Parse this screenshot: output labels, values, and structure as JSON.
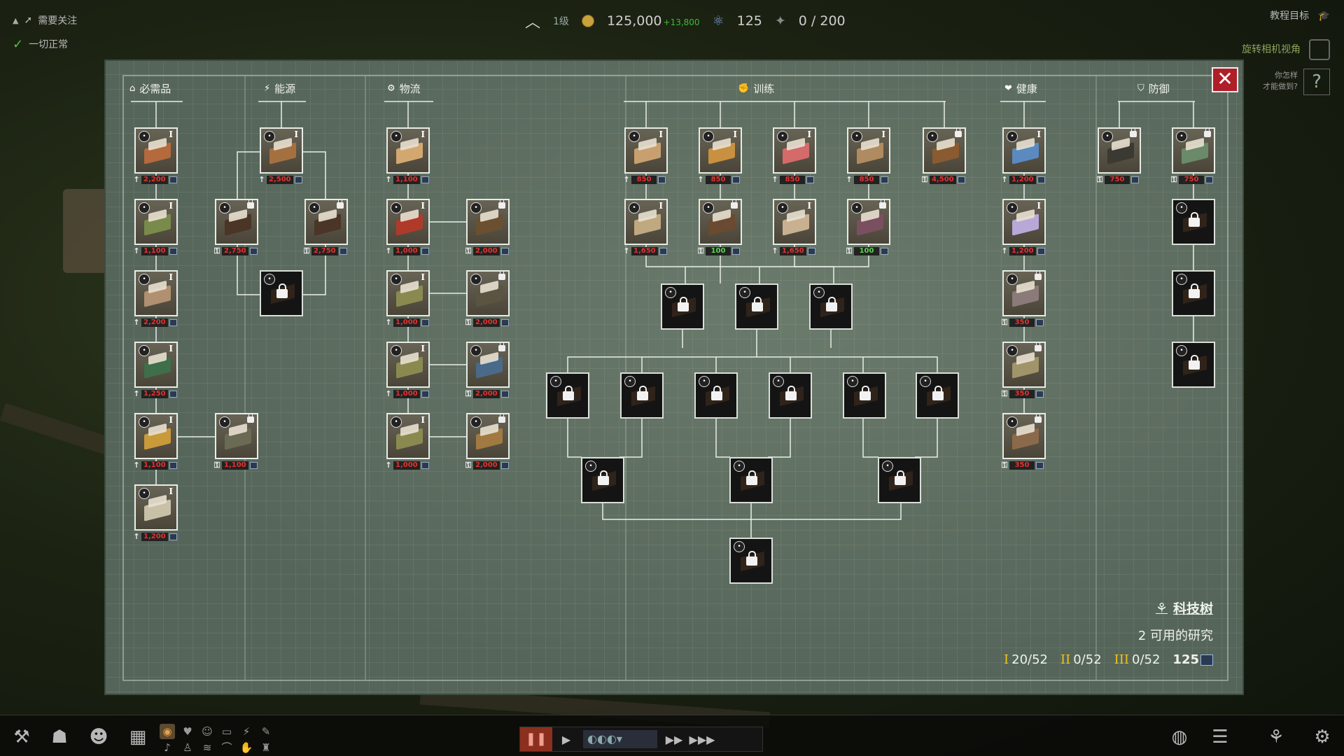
{
  "hud": {
    "alert_label": "需要关注",
    "status_label": "一切正常",
    "level": "1级",
    "money": "125,000",
    "money_gain": "+13,800",
    "research_points": "125",
    "population": "0 / 200",
    "tutorial_goal": "教程目标",
    "rotate_camera": "旋转相机视角",
    "how_did_you_do": "你怎样\n才能做到?",
    "help_symbol": "?"
  },
  "categories": [
    {
      "label": "必需品",
      "icon": "house-icon"
    },
    {
      "label": "能源",
      "icon": "bolt-icon"
    },
    {
      "label": "物流",
      "icon": "logistics-icon"
    },
    {
      "label": "训练",
      "icon": "training-icon"
    },
    {
      "label": "健康",
      "icon": "heart-icon"
    },
    {
      "label": "防御",
      "icon": "shield-icon"
    }
  ],
  "nodes": [
    {
      "state": "avail",
      "tier": "I",
      "cost": "2,200",
      "color": "#b46a3c"
    },
    {
      "state": "avail",
      "tier": "I",
      "cost": "1,100",
      "color": "#7a8a4a"
    },
    {
      "state": "avail",
      "tier": "I",
      "cost": "2,200",
      "color": "#b09070"
    },
    {
      "state": "avail",
      "tier": "I",
      "cost": "1,250",
      "color": "#3f6e4a"
    },
    {
      "state": "avail",
      "tier": "I",
      "cost": "1,100",
      "color": "#c89a3a"
    },
    {
      "state": "avail",
      "tier": "I",
      "cost": "1,200",
      "color": "#c9c0a8"
    },
    {
      "state": "avail",
      "tier": "I",
      "cost": "2,500",
      "color": "#a57040"
    },
    {
      "state": "lockmini",
      "cost": "2,750",
      "color": "#4a3526"
    },
    {
      "state": "lockmini",
      "cost": "2,750",
      "color": "#4a3526"
    },
    {
      "state": "locked"
    },
    {
      "state": "lockmini",
      "cost": "1,100",
      "color": "#6a6a55"
    },
    {
      "state": "avail",
      "tier": "I",
      "cost": "1,100",
      "color": "#d3a870"
    },
    {
      "state": "avail",
      "tier": "I",
      "cost": "1,000",
      "color": "#b03a2a"
    },
    {
      "state": "avail",
      "tier": "I",
      "cost": "1,000",
      "color": "#8a8a50"
    },
    {
      "state": "avail",
      "tier": "I",
      "cost": "1,000",
      "color": "#8a8a50"
    },
    {
      "state": "avail",
      "tier": "I",
      "cost": "1,000",
      "color": "#8a8a50"
    },
    {
      "state": "lockmini",
      "cost": "2,000",
      "color": "#6a5030"
    },
    {
      "state": "lockmini",
      "cost": "2,000",
      "color": "#5a5540"
    },
    {
      "state": "lockmini",
      "cost": "2,000",
      "color": "#4a6a8a"
    },
    {
      "state": "lockmini",
      "cost": "2,000",
      "color": "#a07a40"
    },
    {
      "state": "avail",
      "tier": "I",
      "cost": "850",
      "color": "#c8a070"
    },
    {
      "state": "avail",
      "tier": "I",
      "cost": "850",
      "color": "#c89040"
    },
    {
      "state": "avail",
      "tier": "I",
      "cost": "850",
      "color": "#d46a6a"
    },
    {
      "state": "avail",
      "tier": "I",
      "cost": "850",
      "color": "#b08a60"
    },
    {
      "state": "lockmini",
      "cost": "4,500",
      "color": "#8a5a30"
    },
    {
      "state": "avail",
      "tier": "I",
      "cost": "1,650",
      "color": "#c0a880"
    },
    {
      "state": "lockmini",
      "cost": "100",
      "ok": true,
      "color": "#6a4a30"
    },
    {
      "state": "avail",
      "tier": "I",
      "cost": "1,650",
      "color": "#c8b090"
    },
    {
      "state": "lockmini",
      "cost": "100",
      "ok": true,
      "color": "#7a5060"
    },
    {
      "state": "locked"
    },
    {
      "state": "locked"
    },
    {
      "state": "locked"
    },
    {
      "state": "locked"
    },
    {
      "state": "locked"
    },
    {
      "state": "locked"
    },
    {
      "state": "locked"
    },
    {
      "state": "locked"
    },
    {
      "state": "locked"
    },
    {
      "state": "locked"
    },
    {
      "state": "locked"
    },
    {
      "state": "locked"
    },
    {
      "state": "locked"
    },
    {
      "state": "avail",
      "tier": "I",
      "cost": "1,200",
      "color": "#5a8ac0"
    },
    {
      "state": "avail",
      "tier": "I",
      "cost": "1,200",
      "color": "#b8a8d8"
    },
    {
      "state": "lockmini",
      "cost": "350",
      "color": "#8a7a78"
    },
    {
      "state": "lockmini",
      "cost": "350",
      "color": "#a0946a"
    },
    {
      "state": "lockmini",
      "cost": "350",
      "color": "#8a6a4a"
    },
    {
      "state": "lockmini",
      "cost": "750",
      "color": "#3a3a32"
    },
    {
      "state": "lockmini",
      "cost": "750",
      "color": "#6a8a6a"
    },
    {
      "state": "locked"
    },
    {
      "state": "locked"
    },
    {
      "state": "locked"
    }
  ],
  "summary": {
    "title": "科技树",
    "available": "2 可用的研究",
    "tier1_roman": "I",
    "tier1": "20/52",
    "tier2_roman": "II",
    "tier2": "0/52",
    "tier3_roman": "III",
    "tier3": "0/52",
    "points": "125"
  },
  "close_symbol": "✕",
  "colors": {
    "accent_red": "#b01e28",
    "cost_red": "#e5312f",
    "cost_green": "#59d64e",
    "tier_gold": "#f0c419"
  }
}
